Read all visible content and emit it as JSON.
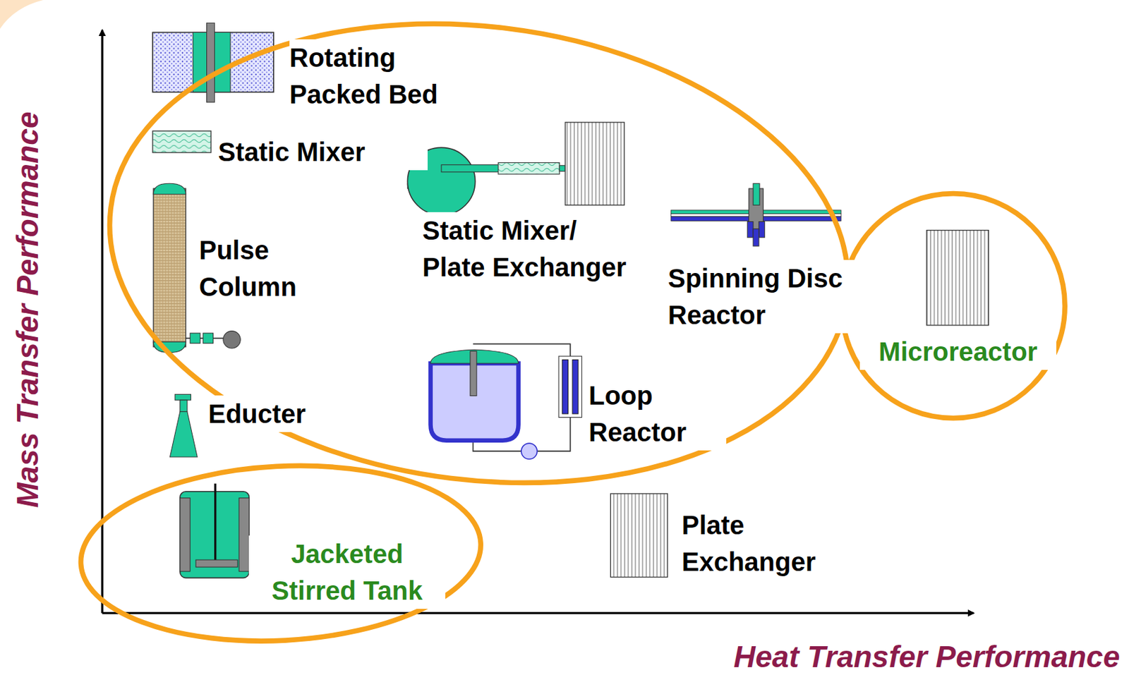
{
  "diagram": {
    "labels": [
      "Mass Transfer Performance",
      "Rotating Packed Bed",
      "Static Mixer",
      "Static Mixer/ Plate Exchanger",
      "Pulse Column",
      "Spinning Disc Reactor",
      "Microreactor",
      "Educter",
      "Loop Reactor",
      "Jacketed Stirred Tank",
      "Plate Exchanger",
      "Heat Transfer Performance"
    ]
  }
}
